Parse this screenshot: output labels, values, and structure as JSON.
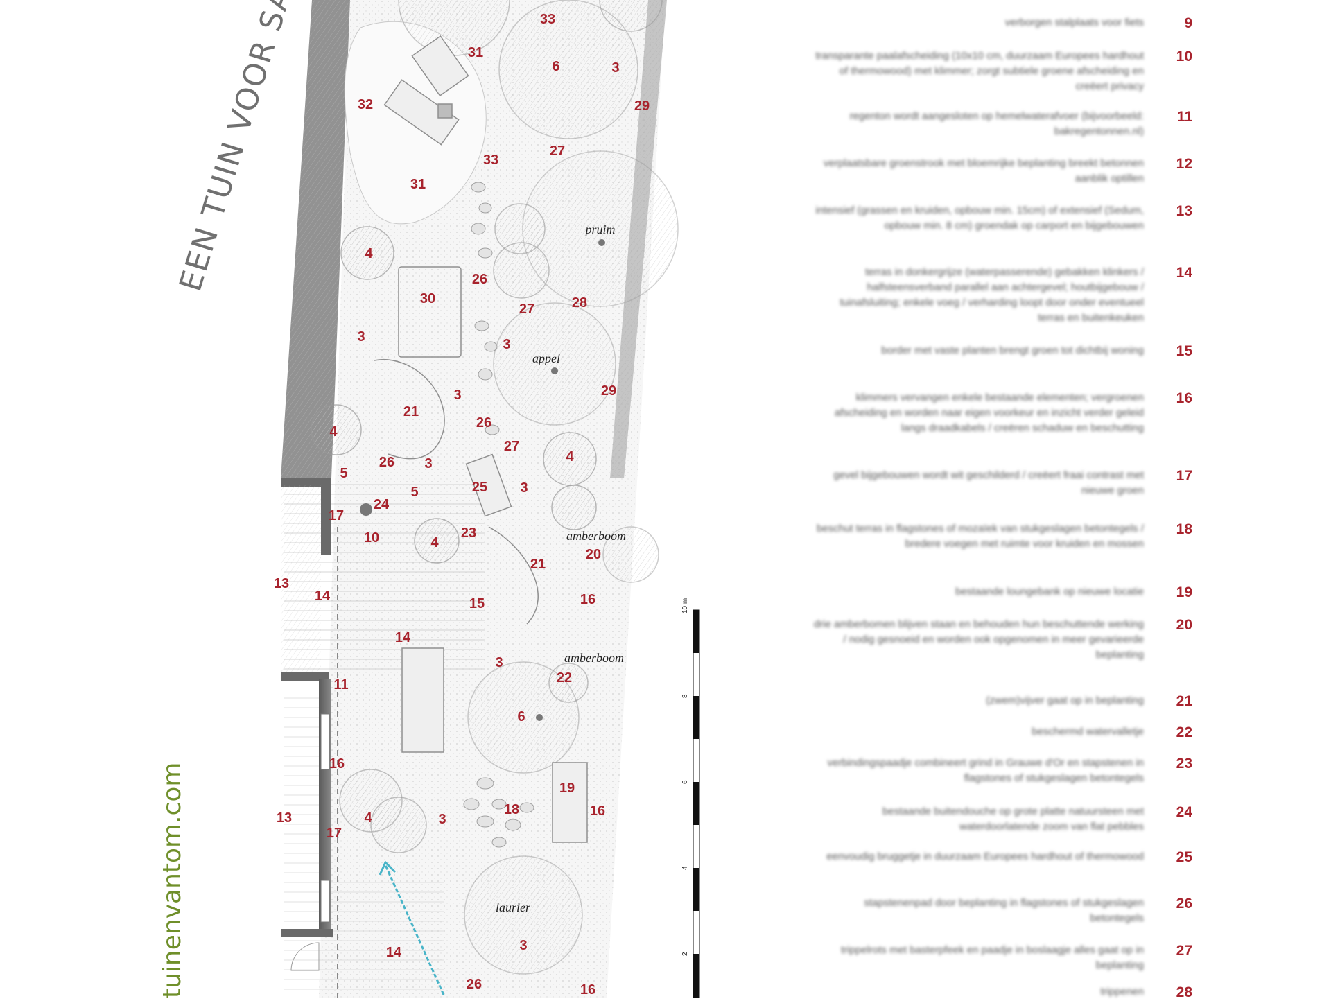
{
  "title": "EEN TUIN VOOR SAN",
  "website": "tuinenvantom.com",
  "plan_numbers": {
    "n33a": "33",
    "n6a": "6",
    "n3a": "3",
    "n31a": "31",
    "n32": "32",
    "n29a": "29",
    "n33b": "33",
    "n27a": "27",
    "n31b": "31",
    "n4a": "4",
    "n26a": "26",
    "n30": "30",
    "n27b": "27",
    "n28": "28",
    "n3b": "3",
    "n3c": "3",
    "n29b": "29",
    "n21a": "21",
    "n3d": "3",
    "n26b": "26",
    "n4b": "4",
    "n27c": "27",
    "n4c": "4",
    "n5a": "5",
    "n26c": "26",
    "n3e": "3",
    "n5b": "5",
    "n25": "25",
    "n3f": "3",
    "n17a": "17",
    "n24": "24",
    "n10": "10",
    "n4d": "4",
    "n23": "23",
    "n20": "20",
    "n21b": "21",
    "n13a": "13",
    "n14a": "14",
    "n15": "15",
    "n16a": "16",
    "n14b": "14",
    "n3g": "3",
    "n22": "22",
    "n11": "11",
    "n6b": "6",
    "n16b": "16",
    "n19": "19",
    "n4e": "4",
    "n3h": "3",
    "n18": "18",
    "n16c": "16",
    "n13b": "13",
    "n17b": "17",
    "n14c": "14",
    "n3i": "3",
    "n26d": "26",
    "n16d": "16"
  },
  "tree_labels": {
    "pruim": "pruim",
    "appel": "appel",
    "amberboom1": "amberboom",
    "amberboom2": "amberboom",
    "laurier": "laurier"
  },
  "scale": {
    "unit": "10 m",
    "ticks": [
      "8",
      "6",
      "4",
      "2"
    ]
  },
  "legend": [
    {
      "num": "9",
      "text": "verborgen stalplaats voor fiets"
    },
    {
      "num": "10",
      "text": "transparante paalafscheiding (10x10 cm, duurzaam Europees hardhout of thermowood) met klimmer; zorgt subtiele groene afscheiding en creëert privacy"
    },
    {
      "num": "11",
      "text": "regenton wordt aangesloten op hemelwaterafvoer (bijvoorbeeld: bakregentonnen.nl)"
    },
    {
      "num": "12",
      "text": "verplaatsbare groenstrook met bloemrijke beplanting breekt betonnen aanblik optillen"
    },
    {
      "num": "13",
      "text": "intensief (grassen en kruiden, opbouw min. 15cm) of extensief (Sedum, opbouw min. 8 cm) groendak op carport en bijgebouwen"
    },
    {
      "num": "14",
      "text": "terras in donkergrijze (waterpasserende) gebakken klinkers / halfsteensverband parallel aan achtergevel; houtbijgebouw / tuinafsluiting; enkele voeg / verharding loopt door onder eventueel terras en buitenkeuken"
    },
    {
      "num": "15",
      "text": "border met vaste planten brengt groen tot dichtbij woning"
    },
    {
      "num": "16",
      "text": "klimmers vervangen enkele bestaande elementen; vergroenen afscheiding en worden naar eigen voorkeur en inzicht verder geleid langs draadkabels / creëren schaduw en beschutting"
    },
    {
      "num": "17",
      "text": "gevel bijgebouwen wordt wit geschilderd / creëert fraai contrast met nieuwe groen"
    },
    {
      "num": "18",
      "text": "beschut terras in flagstones of mozaïek van stukgeslagen betontegels / bredere voegen met ruimte voor kruiden en mossen"
    },
    {
      "num": "19",
      "text": "bestaande loungebank op nieuwe locatie"
    },
    {
      "num": "20",
      "text": "drie amberbomen blijven staan en behouden hun beschuttende werking / nodig gesnoeid en worden ook opgenomen in meer gevarieerde beplanting"
    },
    {
      "num": "21",
      "text": "(zwem)vijver gaat op in beplanting"
    },
    {
      "num": "22",
      "text": "beschermd watervalletje"
    },
    {
      "num": "23",
      "text": "verbindingspaadje combineert grind in Grauwe d'Or en stapstenen in flagstones of stukgeslagen betontegels"
    },
    {
      "num": "24",
      "text": "bestaande buitendouche op grote platte natuursteen met waterdoorlatende zoom van flat pebbles"
    },
    {
      "num": "25",
      "text": "eenvoudig bruggetje in duurzaam Europees hardhout of thermowood"
    },
    {
      "num": "26",
      "text": "stapstenenpad door beplanting in flagstones of stukgeslagen betontegels"
    },
    {
      "num": "27",
      "text": "trippelrots met basterpfeek en paadje in boslaagje alles gaat op in beplanting"
    },
    {
      "num": "28",
      "text": "trippenen"
    }
  ]
}
